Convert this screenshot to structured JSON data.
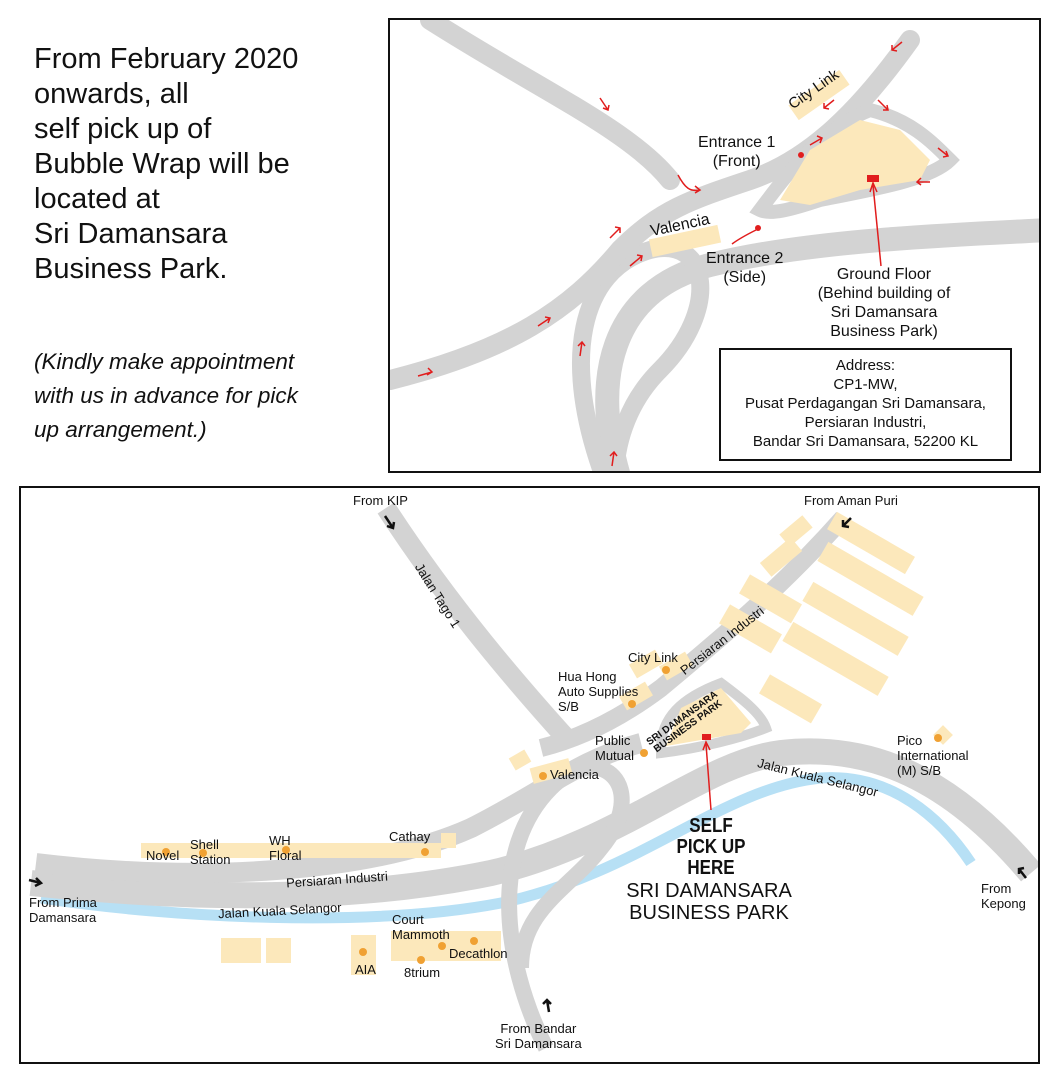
{
  "intro_text": "From February 2020\nonwards, all\nself pick up of\nBubble Wrap will be\nlocated at\nSri Damansara\nBusiness Park.",
  "appointment_note": "(Kindly make appointment\nwith us in advance for pick\nup arrangement.)",
  "colors": {
    "road": "#d3d3d3",
    "building": "#fce8bb",
    "river": "#b7e0f5",
    "marker": "#e11d1d",
    "poi": "#f0a133",
    "border": "#111111"
  },
  "top_map": {
    "labels": {
      "city_link": "City Link",
      "valencia": "Valencia",
      "entrance1": "Entrance 1\n(Front)",
      "entrance2": "Entrance 2\n(Side)",
      "ground_floor": "Ground Floor\n(Behind building of\nSri Damansara\nBusiness Park)"
    },
    "address": {
      "title": "Address:",
      "lines": [
        "CP1-MW,",
        "Pusat Perdagangan Sri Damansara,",
        "Persiaran Industri,",
        "Bandar Sri Damansara, 52200 KL"
      ]
    }
  },
  "bottom_map": {
    "directions": {
      "from_kip": "From KIP",
      "from_aman_puri": "From Aman Puri",
      "from_prima": "From Prima\nDamansara",
      "from_bandar": "From Bandar\nSri Damansara",
      "from_kepong": "From\nKepong"
    },
    "roads": {
      "jalan_tago": "Jalan Tago 1",
      "persiaran_industri_ne": "Persiaran Industri",
      "persiaran_industri_w": "Persiaran Industri",
      "jalan_kuala_selangor_w": "Jalan Kuala Selangor",
      "jalan_kuala_selangor_e": "Jalan Kuala Selangor"
    },
    "pois": {
      "city_link": "City Link",
      "hua_hong": "Hua Hong\nAuto Supplies\nS/B",
      "public_mutual": "Public\nMutual",
      "valencia": "Valencia",
      "cathay": "Cathay",
      "wh_floral": "WH\nFloral",
      "shell_station": "Shell\nStation",
      "novel": "Novel",
      "court_mammoth": "Court\nMammoth",
      "decathlon": "Decathlon",
      "aia": "AIA",
      "8trium": "8trium",
      "pico": "Pico\nInternational\n(M) S/B"
    },
    "park_block_label": "SRI DAMANSARA\nBUSINESS PARK",
    "self_pickup": "SELF\nPICK UP\nHERE",
    "park_name": "SRI DAMANSARA\nBUSINESS PARK"
  }
}
